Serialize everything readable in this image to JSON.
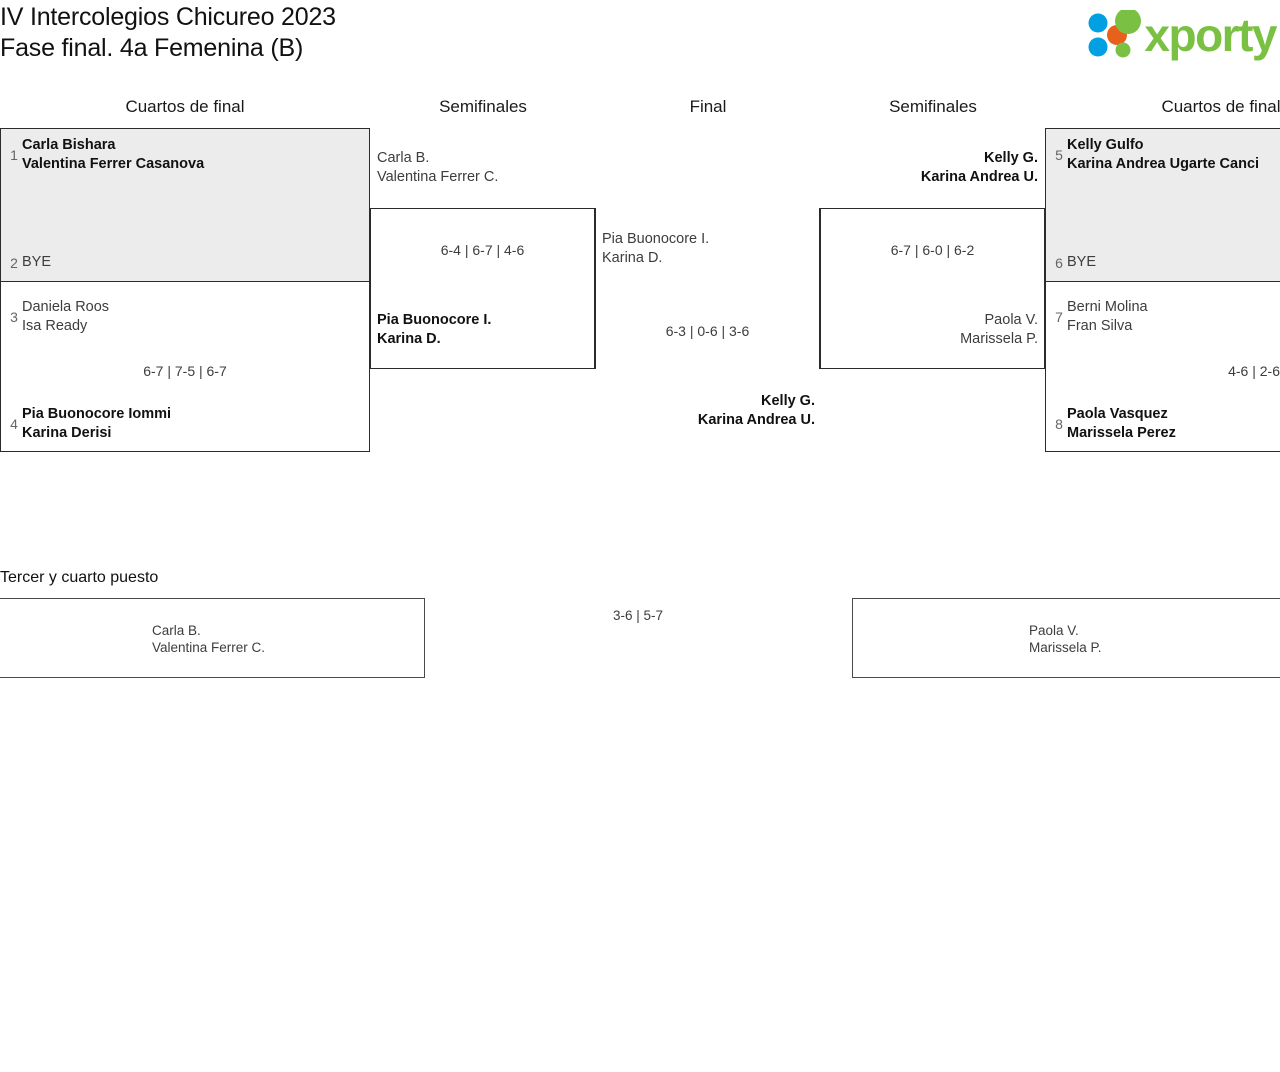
{
  "header": {
    "title_line1": "IV Intercolegios Chicureo 2023",
    "title_line2": "Fase final. 4a Femenina (B)",
    "logo_text": "xporty",
    "logo_colors": {
      "green": "#7ac143",
      "blue": "#00a0e3",
      "orange": "#e8611c"
    }
  },
  "round_headers": {
    "qf_left": "Cuartos de final",
    "sf_left": "Semifinales",
    "final": "Final",
    "sf_right": "Semifinales",
    "qf_right": "Cuartos de final"
  },
  "left_quarterfinals": [
    {
      "seed_top": "1",
      "top_line1": "Carla Bishara",
      "top_line2": "Valentina Ferrer Casanova",
      "top_winner": true,
      "seed_bottom": "2",
      "bottom_line1": "BYE",
      "bottom_line2": "",
      "bottom_winner": false,
      "score": "",
      "bye": true
    },
    {
      "seed_top": "3",
      "top_line1": "Daniela Roos",
      "top_line2": "Isa Ready",
      "top_winner": false,
      "seed_bottom": "4",
      "bottom_line1": "Pia Buonocore Iommi",
      "bottom_line2": "Karina Derisi",
      "bottom_winner": true,
      "score": "6-7 | 7-5 | 6-7",
      "bye": false
    }
  ],
  "left_semifinal": {
    "top_line1": "Carla B.",
    "top_line2": "Valentina Ferrer C.",
    "top_winner": false,
    "bottom_line1": "Pia Buonocore I.",
    "bottom_line2": "Karina D.",
    "bottom_winner": true,
    "score": "6-4 | 6-7 | 4-6"
  },
  "final_match": {
    "top_line1": "Pia Buonocore I.",
    "top_line2": "Karina D.",
    "top_winner": false,
    "bottom_line1": "Kelly G.",
    "bottom_line2": "Karina Andrea U.",
    "bottom_winner": true,
    "score": "6-3 | 0-6 | 3-6"
  },
  "right_semifinal": {
    "top_line1": "Kelly G.",
    "top_line2": "Karina Andrea U.",
    "top_winner": true,
    "bottom_line1": "Paola V.",
    "bottom_line2": "Marissela P.",
    "bottom_winner": false,
    "score": "6-7 | 6-0 | 6-2"
  },
  "right_quarterfinals": [
    {
      "seed_top": "5",
      "top_line1": "Kelly Gulfo",
      "top_line2": "Karina Andrea Ugarte Canci",
      "top_winner": true,
      "seed_bottom": "6",
      "bottom_line1": "BYE",
      "bottom_line2": "",
      "bottom_winner": false,
      "score": "",
      "bye": true
    },
    {
      "seed_top": "7",
      "top_line1": "Berni Molina",
      "top_line2": "Fran Silva",
      "top_winner": false,
      "seed_bottom": "8",
      "bottom_line1": "Paola Vasquez",
      "bottom_line2": "Marissela Perez",
      "bottom_winner": true,
      "score": "4-6 | 2-6",
      "bye": false
    }
  ],
  "third_place": {
    "title": "Tercer y cuarto puesto",
    "left_line1": "Carla B.",
    "left_line2": "Valentina Ferrer C.",
    "right_line1": "Paola V.",
    "right_line2": "Marissela P.",
    "score": "3-6 | 5-7"
  }
}
